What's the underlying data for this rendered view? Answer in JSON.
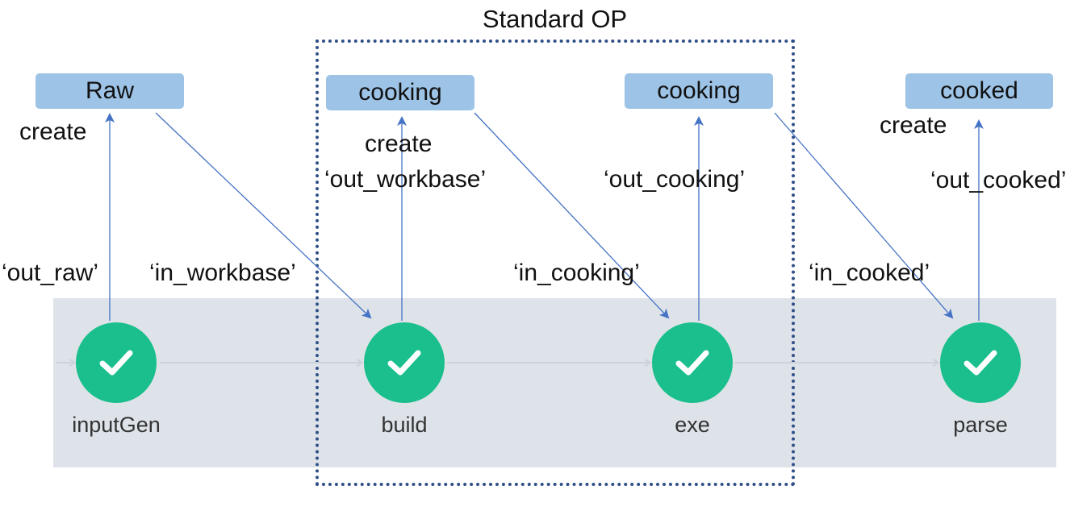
{
  "title": "Standard OP",
  "colors": {
    "band": "#dee3ea",
    "node": "#1bbf8e",
    "pill": "#9dc3e6",
    "arrow": "#4472c4",
    "dotted_frame": "#2f4f86"
  },
  "artifacts": [
    "Raw",
    "cooking",
    "cooking",
    "cooked"
  ],
  "steps": [
    "inputGen",
    "build",
    "exe",
    "parse"
  ],
  "labels": {
    "create_raw": "create",
    "create_workbase": "create",
    "create_cooked": "create",
    "out_raw": "‘out_raw’",
    "in_workbase": "‘in_workbase’",
    "out_workbase": "‘out_workbase’",
    "in_cooking": "‘in_cooking’",
    "out_cooking": "‘out_cooking’",
    "in_cooked": "‘in_cooked’",
    "out_cooked": "‘out_cooked’"
  },
  "icons": {
    "step_status": "check-icon"
  }
}
